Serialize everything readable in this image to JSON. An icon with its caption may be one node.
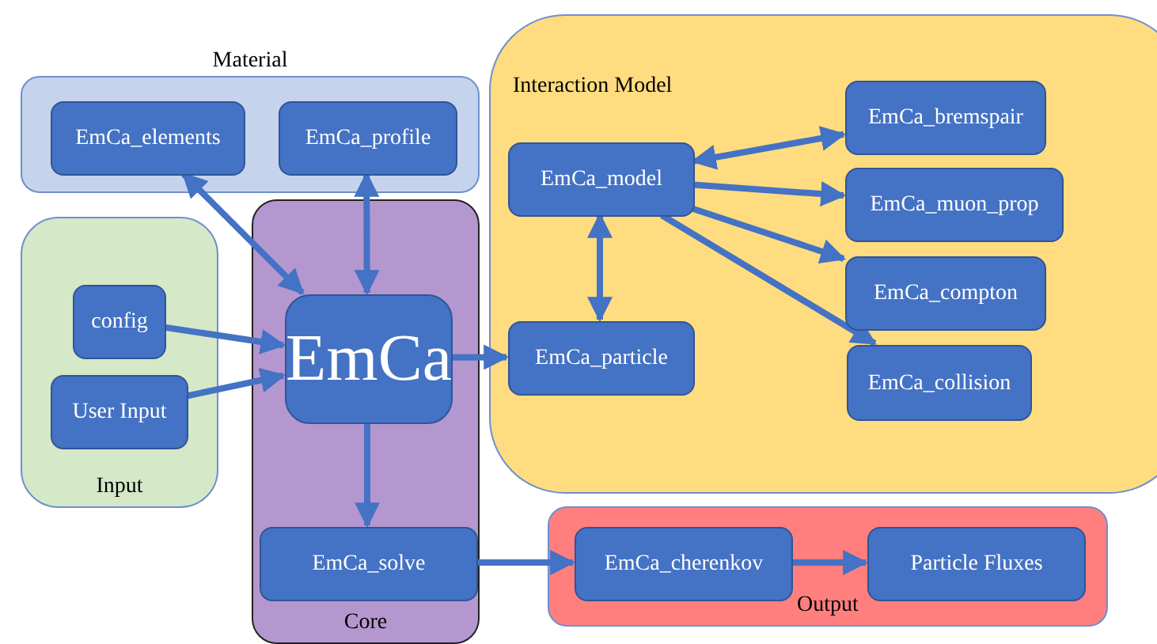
{
  "diagram": {
    "nodes": [
      {
        "text": [
          "Material"
        ]
      },
      {
        "text": [
          "EmCa_elements"
        ],
        "in": 0
      },
      {
        "text": [
          "EmCa_profile"
        ],
        "in": 0
      },
      {
        "text": [
          "Input"
        ]
      },
      {
        "text": [
          "config"
        ],
        "in": 3
      },
      {
        "text": [
          "User Input"
        ],
        "in": 3
      },
      {
        "text": [
          "Core"
        ]
      },
      {
        "text": [
          "EmCa"
        ],
        "in": 6
      },
      {
        "text": [
          "EmCa_solve"
        ],
        "in": 6
      },
      {
        "text": [
          "Interaction Model"
        ]
      },
      {
        "text": [
          "EmCa_model"
        ],
        "in": 9
      },
      {
        "text": [
          "EmCa_particle"
        ],
        "in": 9
      },
      {
        "text": [
          "EmCa_bremspair"
        ],
        "in": 9
      },
      {
        "text": [
          "EmCa_muon_prop"
        ],
        "in": 9
      },
      {
        "text": [
          "EmCa_compton"
        ],
        "in": 9
      },
      {
        "text": [
          "EmCa_collision"
        ],
        "in": 9
      },
      {
        "text": [
          "Output"
        ]
      },
      {
        "text": [
          "EmCa_cherenkov"
        ],
        "in": 16
      },
      {
        "text": [
          "Particle Fluxes"
        ],
        "in": 16
      }
    ],
    "edges": [
      {
        "from": 1,
        "to": 7,
        "arrow": "both"
      },
      {
        "from": 2,
        "to": 7,
        "arrow": "both"
      },
      {
        "from": 4,
        "to": 7,
        "arrow": "to"
      },
      {
        "from": 5,
        "to": 7,
        "arrow": "to"
      },
      {
        "from": 7,
        "to": 11,
        "arrow": "to"
      },
      {
        "from": 7,
        "to": 8,
        "arrow": "to"
      },
      {
        "from": 8,
        "to": 17,
        "arrow": "to"
      },
      {
        "from": 17,
        "to": 18,
        "arrow": "to"
      },
      {
        "from": 10,
        "to": 11,
        "arrow": "both"
      },
      {
        "from": 10,
        "to": 12,
        "arrow": "both"
      },
      {
        "from": 10,
        "to": 13,
        "arrow": "to"
      },
      {
        "from": 10,
        "to": 14,
        "arrow": "to"
      },
      {
        "from": 10,
        "to": 15,
        "arrow": "to"
      }
    ]
  }
}
